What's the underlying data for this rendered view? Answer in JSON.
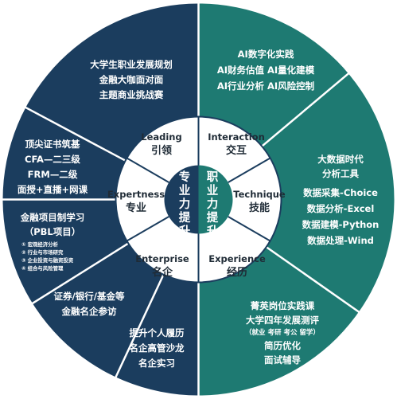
{
  "colors": {
    "navy": "#1b3d5e",
    "teal": "#1e7a72",
    "ring_bg": "#ffffff",
    "ring_text": "#1f2b36",
    "divider": "#ffffff"
  },
  "outer_left": [
    {
      "lines": [
        "大学生职业发展规划",
        "金融大咖面对面",
        "主题商业挑战赛"
      ]
    },
    {
      "lines": [
        "顶尖证书筑基",
        "CFA—二三级",
        "FRM—二级",
        "面授+直播+网课"
      ]
    },
    {
      "lines": [
        "金融项目制学习",
        "（PBL项目）"
      ],
      "small_lines": [
        "① 宏观经济分析",
        "② 行业与市场研究",
        "③ 企业投资与融资投资",
        "④ 组合与风险管理"
      ]
    },
    {
      "lines": [
        "证券/银行/基金等",
        "金融名企参访"
      ]
    },
    {
      "lines": [
        "提升个人履历",
        "名企高管沙龙",
        "名企实习"
      ]
    }
  ],
  "outer_right": [
    {
      "lines": [
        "AI数字化实践",
        "AI财务估值 AI量化建模",
        "AI行业分析 AI风险控制"
      ]
    },
    {
      "lines": [
        "大数据时代",
        "分析工具",
        "数据采集-Choice",
        "数据分析-Excel",
        "数据建模-Python",
        "数据处理-Wind"
      ]
    },
    {
      "lines": [
        "菁英岗位实践课",
        "大学四年发展测评"
      ],
      "mid_line": "（就业 考研 考公 留学）",
      "tail_lines": [
        "简历优化",
        "面试辅导"
      ]
    }
  ],
  "ring": [
    {
      "en": "Leading",
      "cn": "引领"
    },
    {
      "en": "Interaction",
      "cn": "交互"
    },
    {
      "en": "Technique",
      "cn": "技能"
    },
    {
      "en": "Experience",
      "cn": "经历"
    },
    {
      "en": "Enterprise",
      "cn": "名企"
    },
    {
      "en": "Expertness",
      "cn": "专业"
    }
  ],
  "core": {
    "left": [
      "专",
      "业",
      "力",
      "提",
      "升"
    ],
    "right": [
      "职",
      "业",
      "力",
      "提",
      "升"
    ]
  }
}
